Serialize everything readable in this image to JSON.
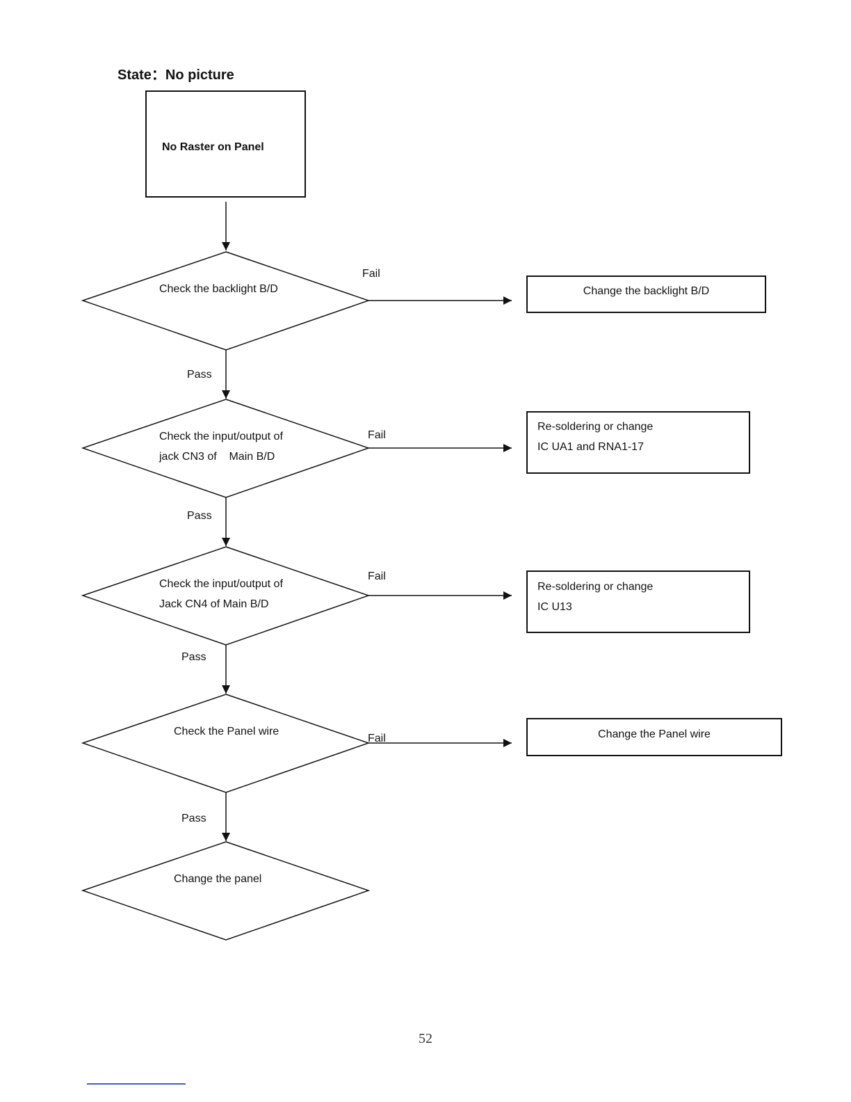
{
  "title": "State：No picture",
  "start": {
    "label": "No Raster on Panel"
  },
  "decisions": [
    {
      "lines": [
        "Check the backlight B/D"
      ],
      "fail_label": "Fail",
      "pass_label": "Pass",
      "action": {
        "lines": [
          "Change the backlight B/D"
        ]
      }
    },
    {
      "lines": [
        "Check the input/output of",
        "jack CN3 of    Main B/D"
      ],
      "fail_label": "Fail",
      "pass_label": "Pass",
      "action": {
        "lines": [
          "Re-soldering or change",
          "IC UA1 and RNA1-17"
        ]
      }
    },
    {
      "lines": [
        "Check the input/output of",
        "Jack CN4 of Main B/D"
      ],
      "fail_label": "Fail",
      "pass_label": "Pass",
      "action": {
        "lines": [
          "Re-soldering or change",
          "IC U13"
        ]
      }
    },
    {
      "lines": [
        "Check the Panel wire"
      ],
      "fail_label": "Fail",
      "pass_label": "Pass",
      "action": {
        "lines": [
          "Change the Panel wire"
        ]
      }
    }
  ],
  "final": {
    "lines": [
      "Change the panel"
    ]
  },
  "page_number": "52"
}
